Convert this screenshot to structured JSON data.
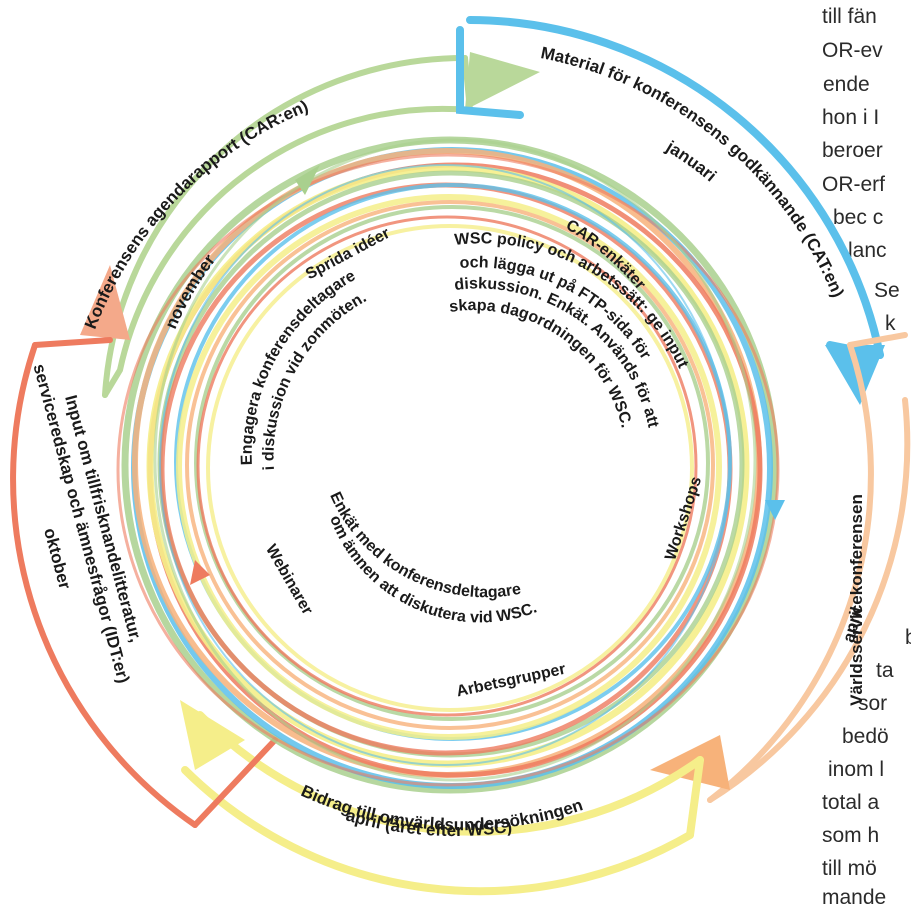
{
  "colors": {
    "green": "#a9d08e",
    "blue": "#5bc0eb",
    "orange": "#f7b27a",
    "yellow": "#f5ee8a",
    "red": "#ee7b5f"
  },
  "outer_segments": {
    "green": {
      "title": "Konferensens agendarapport (CAR:en)",
      "sub": "november"
    },
    "blue": {
      "title": "Material för konferensens godkännande (CAT:en)",
      "sub": "januari"
    },
    "orange": {
      "title": "Världsservicekonferensen",
      "sub": "april"
    },
    "yellow": {
      "title": "Bidrag till omvärldsundersökningen",
      "sub": "april (året efter WSC)"
    },
    "red": {
      "title": "Input om tillfrisknandelitteratur,",
      "title2": "serviceredskap och ämnesfrågor (IDT:er)",
      "sub": "oktober"
    }
  },
  "inner_ring": {
    "car_enkater": "CAR-enkäter",
    "workshops": "Workshops",
    "arbetsgrupper": "Arbetsgrupper",
    "webinarer": "Webinarer",
    "sprida_ideer": "Sprida idéer"
  },
  "center_texts": {
    "engage_1": "Engagera konferensdeltagare",
    "engage_2": "i diskussion vid zonmöten.",
    "wsc_1": "WSC policy och arbetssätt: ge input",
    "wsc_2": "och lägga ut på FTP-sida för",
    "wsc_3": "diskussion. Enkät. Används för att",
    "wsc_4": "skapa dagordningen för WSC.",
    "survey_1": "Enkät med konferensdeltagare",
    "survey_2": "om ämnen att diskutera vid WSC."
  },
  "side_text_top": [
    "till fän",
    "OR-ev",
    "ende",
    "hon i I",
    "beroer",
    "OR-erf",
    "bec c",
    "lanc",
    "Se",
    "k"
  ],
  "side_text_bottom": [
    "b",
    "ta",
    "sor",
    "bedö",
    "inom l",
    "total a",
    "som h",
    "till mö",
    "mande"
  ]
}
